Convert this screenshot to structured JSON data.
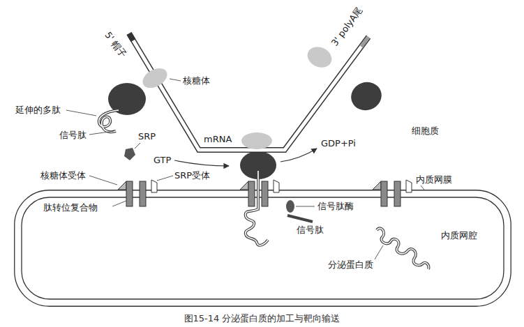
{
  "diagram": {
    "caption": "图15-14 分泌蛋白质的加工与靶向输送",
    "nodes": [
      {
        "text": [
          "内质网腔"
        ]
      }
    ],
    "labels": [
      "5' 帽子",
      "3' polyA尾",
      "核糖体",
      "延伸的多肽",
      "信号肽",
      "SRP",
      "GTP",
      "mRNA",
      "GDP+Pi",
      "细胞质",
      "核糖体受体",
      "SRP受体",
      "内质网膜",
      "肽转位复合物",
      "信号肽酶",
      "信号肽",
      "分泌蛋白质"
    ]
  }
}
